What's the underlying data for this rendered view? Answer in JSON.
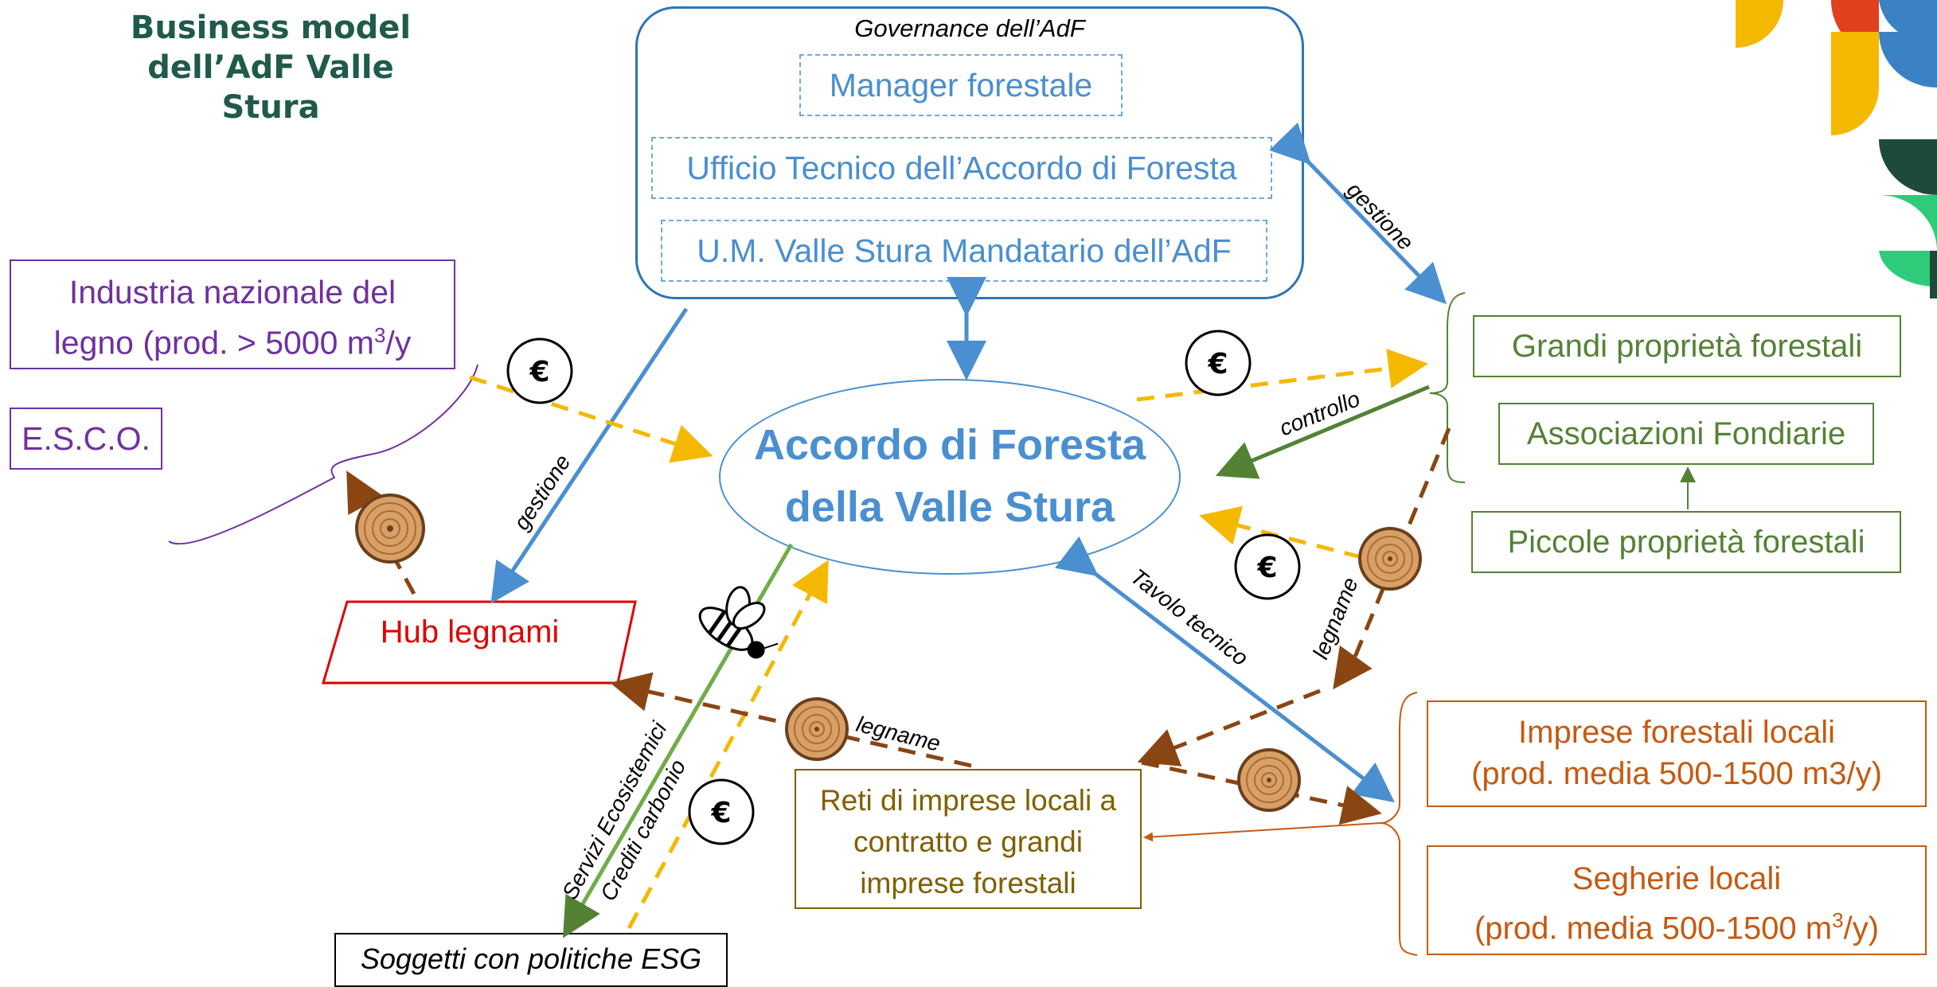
{
  "title": {
    "line1": "Business model",
    "line2": "dell’AdF Valle Stura"
  },
  "governance": {
    "title": "Governance dell’AdF",
    "items": [
      "Manager forestale",
      "Ufficio Tecnico dell’Accordo di Foresta",
      "U.M. Valle Stura Mandatario dell’AdF"
    ]
  },
  "center": {
    "line1": "Accordo di Foresta",
    "line2": "della Valle Stura"
  },
  "industria": {
    "line1": "Industria nazionale del",
    "line2a": "legno (prod. > 5000 m",
    "line2sup": "3",
    "line2b": "/y"
  },
  "esco": "E.S.C.O.",
  "hub": "Hub legnami",
  "esg": "Soggetti con politiche ESG",
  "grandi": "Grandi proprietà forestali",
  "associazioni": "Associazioni Fondiarie",
  "piccole": "Piccole proprietà forestali",
  "imprese": {
    "line1": "Imprese forestali locali",
    "line2": "(prod. media 500-1500 m3/y)"
  },
  "segherie": {
    "line1": "Segherie locali",
    "line2a": "(prod. media 500-1500 m",
    "line2sup": "3",
    "line2b": "/y)"
  },
  "reti": {
    "line1": "Reti di imprese locali a",
    "line2": "contratto e grandi",
    "line3": "imprese forestali"
  },
  "labels": {
    "gestione_right": "gestione",
    "gestione_left": "gestione",
    "controllo": "controllo",
    "tavolo": "Tavolo tecnico",
    "legname_right": "legname",
    "legname_bottom": "legname",
    "servizi": "Servizi Ecosistemici",
    "crediti": "Crediti carbonio",
    "euro": "€"
  },
  "colors": {
    "blue": "#4a8fd0",
    "green": "#548235",
    "purple": "#7030a0",
    "brown": "#8b4513",
    "gold": "#f5b800",
    "red": "#e00000",
    "orange": "#c55a11",
    "olive": "#7f6000"
  },
  "icons": [
    "wood-log-icon",
    "euro-coin-icon",
    "bee-icon",
    "decorative-shapes"
  ]
}
